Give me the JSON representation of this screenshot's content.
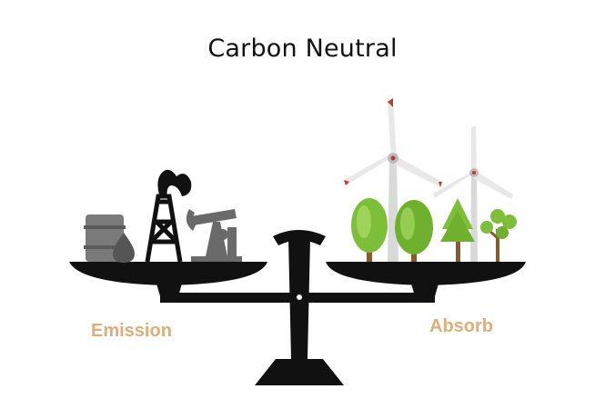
{
  "diagram": {
    "title": "Carbon Neutral",
    "left_pan_label": "Emission",
    "right_pan_label": "Absorb",
    "left_pan_icons": [
      "oil-barrel-icon",
      "oil-drop-icon",
      "oil-derrick-icon",
      "pumpjack-icon"
    ],
    "right_pan_icons": [
      "wind-turbine-icon",
      "tree-icon"
    ],
    "colors": {
      "scale": "#111111",
      "emission_icons": "#6e6e6e",
      "label": "#dfae78",
      "tree": "#7dbf3a",
      "turbine": "#e6e6e6",
      "turbine_tip": "#c0392b"
    }
  }
}
